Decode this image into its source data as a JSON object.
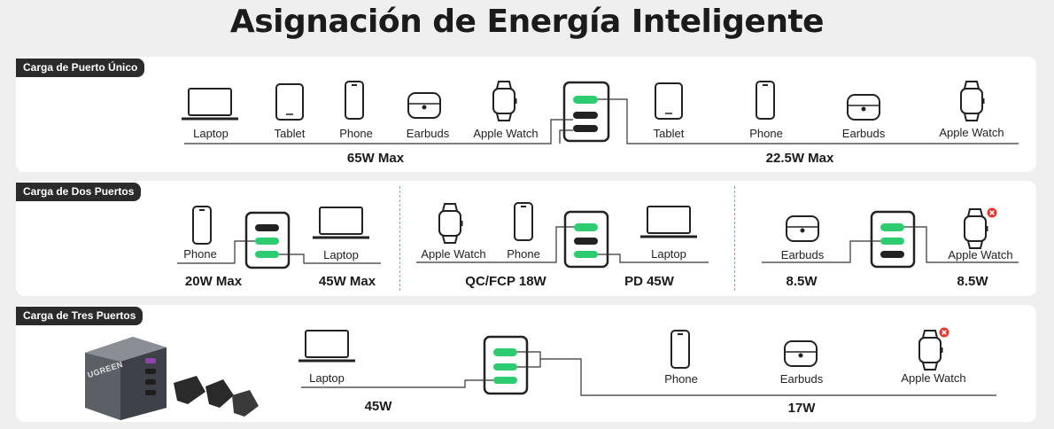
{
  "title": "Asignación de Energía Inteligente",
  "colors": {
    "green": "#2ecc71",
    "dark": "#222222",
    "tag_bg": "#2b2b2b",
    "badge": "#e53935"
  },
  "single": {
    "tag": "Carga de Puerto Único",
    "left_devices": [
      "Laptop",
      "Tablet",
      "Phone",
      "Earbuds",
      "Apple Watch"
    ],
    "right_devices": [
      "Tablet",
      "Phone",
      "Earbuds",
      "Apple Watch"
    ],
    "left_power": "65W  Max",
    "right_power": "22.5W  Max"
  },
  "dual": {
    "tag": "Carga de Dos Puertos",
    "group1": {
      "devices": [
        "Phone",
        "Laptop"
      ],
      "powers": [
        "20W Max",
        "45W Max"
      ]
    },
    "group2": {
      "devices": [
        "Apple Watch",
        "Phone",
        "Laptop"
      ],
      "powers": [
        "QC/FCP 18W",
        "PD 45W"
      ]
    },
    "group3": {
      "devices": [
        "Earbuds",
        "Apple Watch"
      ],
      "powers": [
        "8.5W",
        "8.5W"
      ]
    }
  },
  "triple": {
    "tag": "Carga de Tres Puertos",
    "brand": "UGREEN",
    "devices": [
      "Laptop",
      "Phone",
      "Earbuds",
      "Apple Watch"
    ],
    "powers": [
      "45W",
      "17W"
    ]
  }
}
